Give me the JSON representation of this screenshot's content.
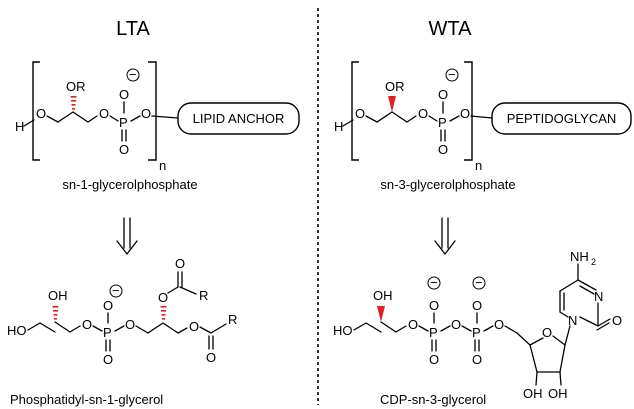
{
  "left": {
    "title": "LTA",
    "caption_top": "sn-1-glycerolphosphate",
    "anchor_label": "LIPID ANCHOR",
    "caption_bottom": "Phosphatidyl-sn-1-glycerol"
  },
  "right": {
    "title": "WTA",
    "caption_top": "sn-3-glycerolphosphate",
    "anchor_label": "PEPTIDOGLYCAN",
    "caption_bottom": "CDP-sn-3-glycerol"
  },
  "atoms": {
    "H": "H",
    "O": "O",
    "P": "P",
    "OR": "OR",
    "R": "R",
    "n": "n",
    "OH": "OH",
    "HO": "HO",
    "N": "N",
    "NH2": "NH",
    "sub2": "2",
    "minus": "−"
  },
  "colors": {
    "stereo_wedge": "#e02020",
    "ink": "#000000"
  }
}
